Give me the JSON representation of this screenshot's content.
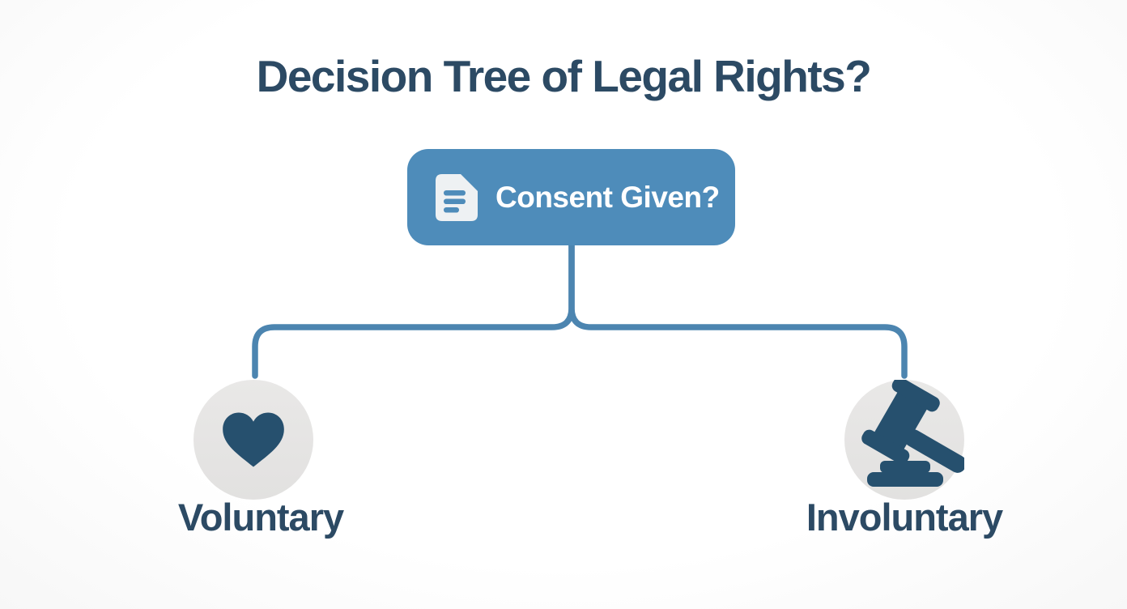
{
  "title": "Decision Tree of Legal Rights?",
  "root_node": {
    "label": "Consent Given?",
    "icon": "document-icon"
  },
  "branches": [
    {
      "id": "voluntary",
      "label": "Voluntary",
      "icon": "heart-icon"
    },
    {
      "id": "involuntary",
      "label": "Involuntary",
      "icon": "gavel-icon"
    }
  ],
  "colors": {
    "title_text": "#2c4a64",
    "label_text": "#2c4a64",
    "node_blue": "#4e8cba",
    "node_label_text": "#ffffff",
    "line_blue": "#4c85b0",
    "circle_gray": "#e9e8e7",
    "icon_navy": "#26506e",
    "doc_icon_fill": "#eef1f3"
  }
}
